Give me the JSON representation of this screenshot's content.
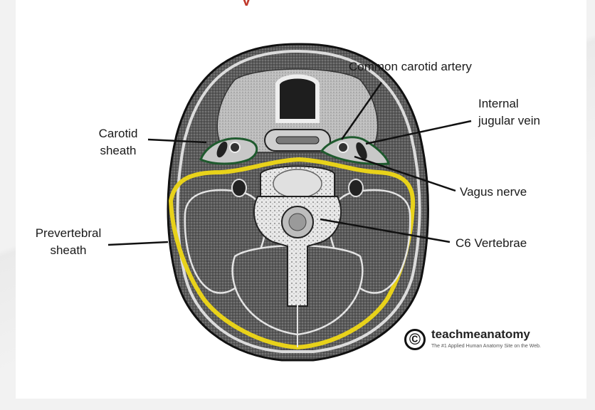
{
  "labels": {
    "common_carotid_artery": "Common carotid artery",
    "internal_jugular_vein_line1": "Internal",
    "internal_jugular_vein_line2": "jugular vein",
    "carotid_sheath_line1": "Carotid",
    "carotid_sheath_line2": "sheath",
    "vagus_nerve": "Vagus nerve",
    "prevertebral_sheath_line1": "Prevertebral",
    "prevertebral_sheath_line2": "sheath",
    "c6_vertebrae": "C6 Vertebrae"
  },
  "brand": {
    "symbol": "©",
    "name": "teachmeanatomy",
    "tagline": "The #1 Applied Human Anatomy Site on the Web."
  },
  "colors": {
    "prevertebral_fascia": "#e8d21a",
    "carotid_sheath_outline": "#1f5a2e",
    "tissue_dark": "#3c3c3c",
    "tissue_mid": "#8a8a8a",
    "tissue_light": "#d6d6d6",
    "title_fragment": "#c0392b"
  }
}
